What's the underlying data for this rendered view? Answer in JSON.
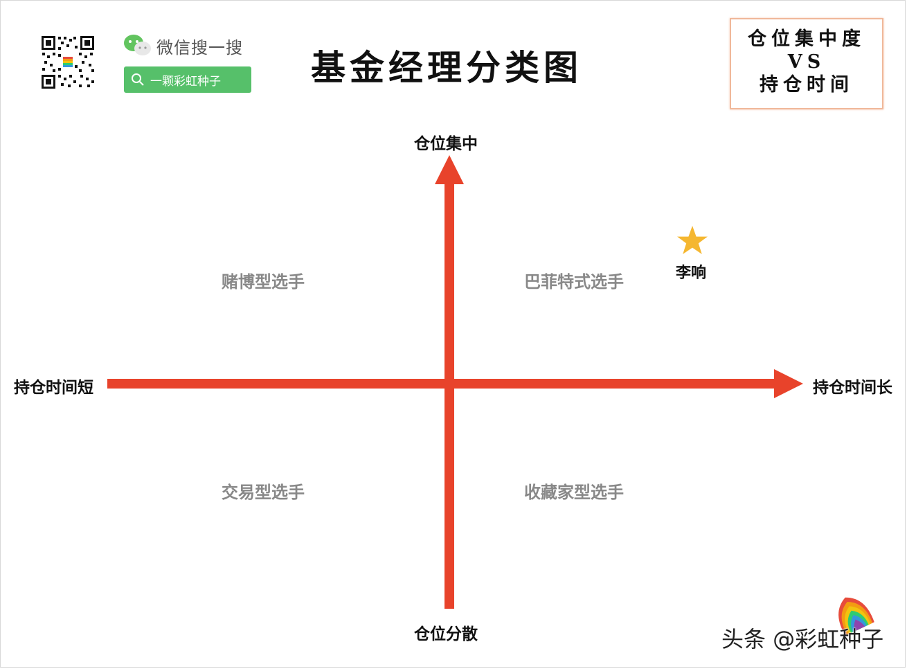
{
  "header": {
    "wechat_text": "微信搜一搜",
    "search_text": "一颗彩虹种子",
    "title": "基金经理分类图"
  },
  "legend": {
    "line1": "仓位集中度",
    "line2": "VS",
    "line3": "持仓时间"
  },
  "axes": {
    "top": "仓位集中",
    "bottom": "仓位分散",
    "left": "持仓时间短",
    "right": "持仓时间长",
    "color": "#e8432b"
  },
  "quadrants": {
    "top_left": "赌博型选手",
    "top_right": "巴菲特式选手",
    "bottom_left": "交易型选手",
    "bottom_right": "收藏家型选手"
  },
  "marker": {
    "label": "李响",
    "icon": "star-icon",
    "color": "#f5b731"
  },
  "watermark": "头条 @彩虹种子",
  "colors": {
    "search_green": "#56c06a",
    "legend_border": "#f0b89a"
  }
}
